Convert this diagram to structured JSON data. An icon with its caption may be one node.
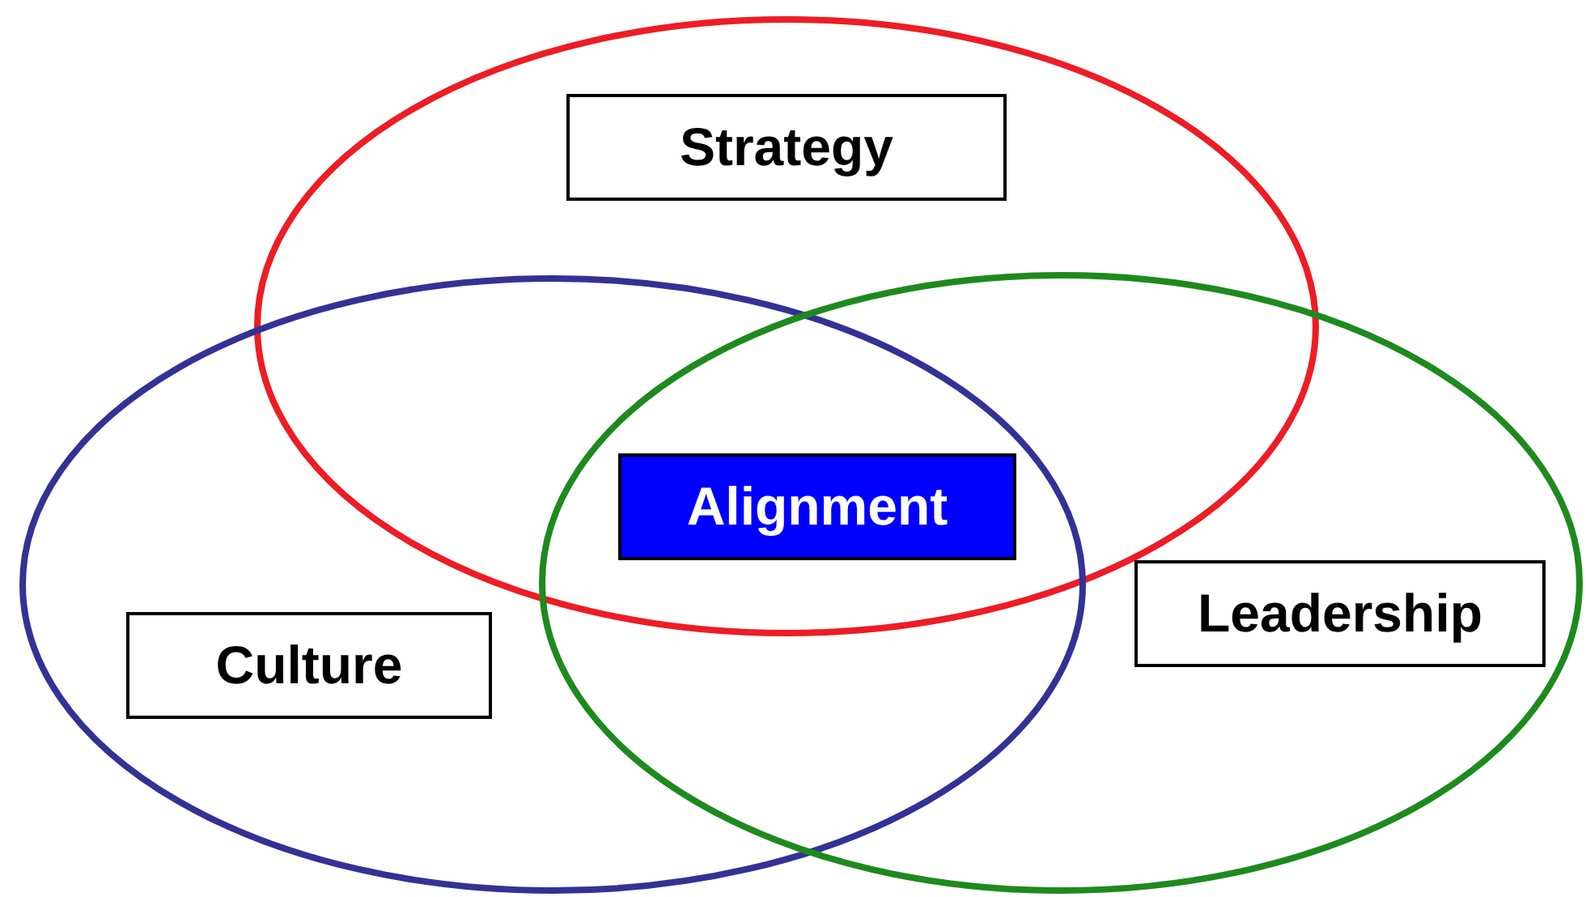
{
  "diagram": {
    "nodes": [
      {
        "text": [],
        "shape": "ellipse"
      },
      {
        "text": [
          "Strategy"
        ],
        "in": 0
      },
      {
        "text": [],
        "shape": "ellipse"
      },
      {
        "text": [],
        "shape": "ellipse"
      },
      {
        "text": [
          "Alignment"
        ]
      },
      {
        "text": [
          "Culture"
        ],
        "in": 2
      },
      {
        "text": [
          "Leadership"
        ],
        "in": 3
      }
    ],
    "edges": []
  }
}
